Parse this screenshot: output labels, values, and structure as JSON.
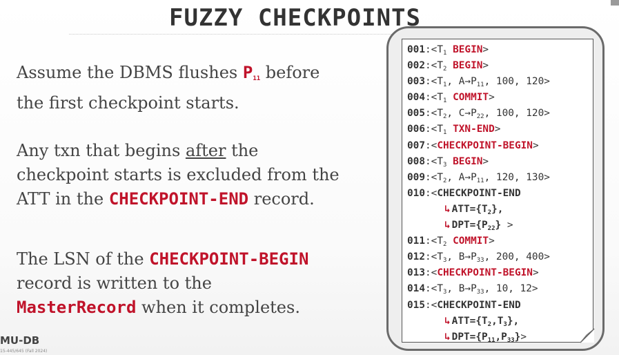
{
  "slide": {
    "title": "FUZZY CHECKPOINTS",
    "logo": "MU-DB",
    "logo_sub": "15-445/645 (Fall 2024)"
  },
  "left": {
    "p1": {
      "pre": "Assume the DBMS flushes ",
      "kw": "P",
      "kw_sub": "11",
      "post1": " before",
      "post2": "the first checkpoint starts."
    },
    "p2": {
      "l1_pre": "Any txn that begins ",
      "l1_u": "after",
      "l1_post": " the",
      "l2": "checkpoint starts is excluded from the",
      "l3_pre": "ATT in the ",
      "l3_kw": "CHECKPOINT-END",
      "l3_post": " record."
    },
    "p3": {
      "l1_pre": "The LSN of the ",
      "l1_kw": "CHECKPOINT-BEGIN",
      "l2": "record is written to the",
      "l3_kw": "MasterRecord",
      "l3_post": " when it completes."
    }
  },
  "log": {
    "l001": {
      "lsn": "001",
      "pre": ":<T",
      "t": "1",
      "sp": " ",
      "red": "BEGIN",
      "post": ">"
    },
    "l002": {
      "lsn": "002",
      "pre": ":<T",
      "t": "2",
      "sp": " ",
      "red": "BEGIN",
      "post": ">"
    },
    "l003": {
      "lsn": "003",
      "pre": ":<T",
      "t": "1",
      "mid": ", A→P",
      "p": "11",
      "post": ", 100, 120>"
    },
    "l004": {
      "lsn": "004",
      "pre": ":<T",
      "t": "1",
      "sp": " ",
      "red": "COMMIT",
      "post": ">"
    },
    "l005": {
      "lsn": "005",
      "pre": ":<T",
      "t": "2",
      "mid": ", C→P",
      "p": "22",
      "post": ", 100, 120>"
    },
    "l006": {
      "lsn": "006",
      "pre": ":<T",
      "t": "1",
      "sp": " ",
      "red": "TXN-END",
      "post": ">"
    },
    "l007": {
      "lsn": "007",
      "pre": ":<",
      "red": "CHECKPOINT-BEGIN",
      "post": ">"
    },
    "l008": {
      "lsn": "008",
      "pre": ":<T",
      "t": "3",
      "sp": " ",
      "red": "BEGIN",
      "post": ">"
    },
    "l009": {
      "lsn": "009",
      "pre": ":<T",
      "t": "2",
      "mid": ", A→P",
      "p": "11",
      "post": ", 120, 130>"
    },
    "l010": {
      "lsn": "010",
      "pre": ":<",
      "b": "CHECKPOINT-END"
    },
    "l010a": {
      "arrow": "↳",
      "b1": "ATT={T",
      "s1": "2",
      "b2": "},"
    },
    "l010b": {
      "arrow": "↳",
      "b1": "DPT={P",
      "s1": "22",
      "b2": "}",
      "post": " >"
    },
    "l011": {
      "lsn": "011",
      "pre": ":<T",
      "t": "2",
      "sp": " ",
      "red": "COMMIT",
      "post": ">"
    },
    "l012": {
      "lsn": "012",
      "pre": ":<T",
      "t": "3",
      "mid": ", B→P",
      "p": "33",
      "post": ", 200, 400>"
    },
    "l013": {
      "lsn": "013",
      "pre": ":<",
      "red": "CHECKPOINT-BEGIN",
      "post": ">"
    },
    "l014": {
      "lsn": "014",
      "pre": ":<T",
      "t": "3",
      "mid": ", B→P",
      "p": "33",
      "post": ", 10, 12>"
    },
    "l015": {
      "lsn": "015",
      "pre": ":<",
      "b": "CHECKPOINT-END"
    },
    "l015a": {
      "arrow": "↳",
      "b1": "ATT={T",
      "s1": "2",
      "b2": ",T",
      "s2": "3",
      "b3": "},"
    },
    "l015b": {
      "arrow": "↳",
      "b1": "DPT={P",
      "s1": "11",
      "b2": ",P",
      "s2": "33",
      "b3": "}",
      "post": ">"
    }
  }
}
